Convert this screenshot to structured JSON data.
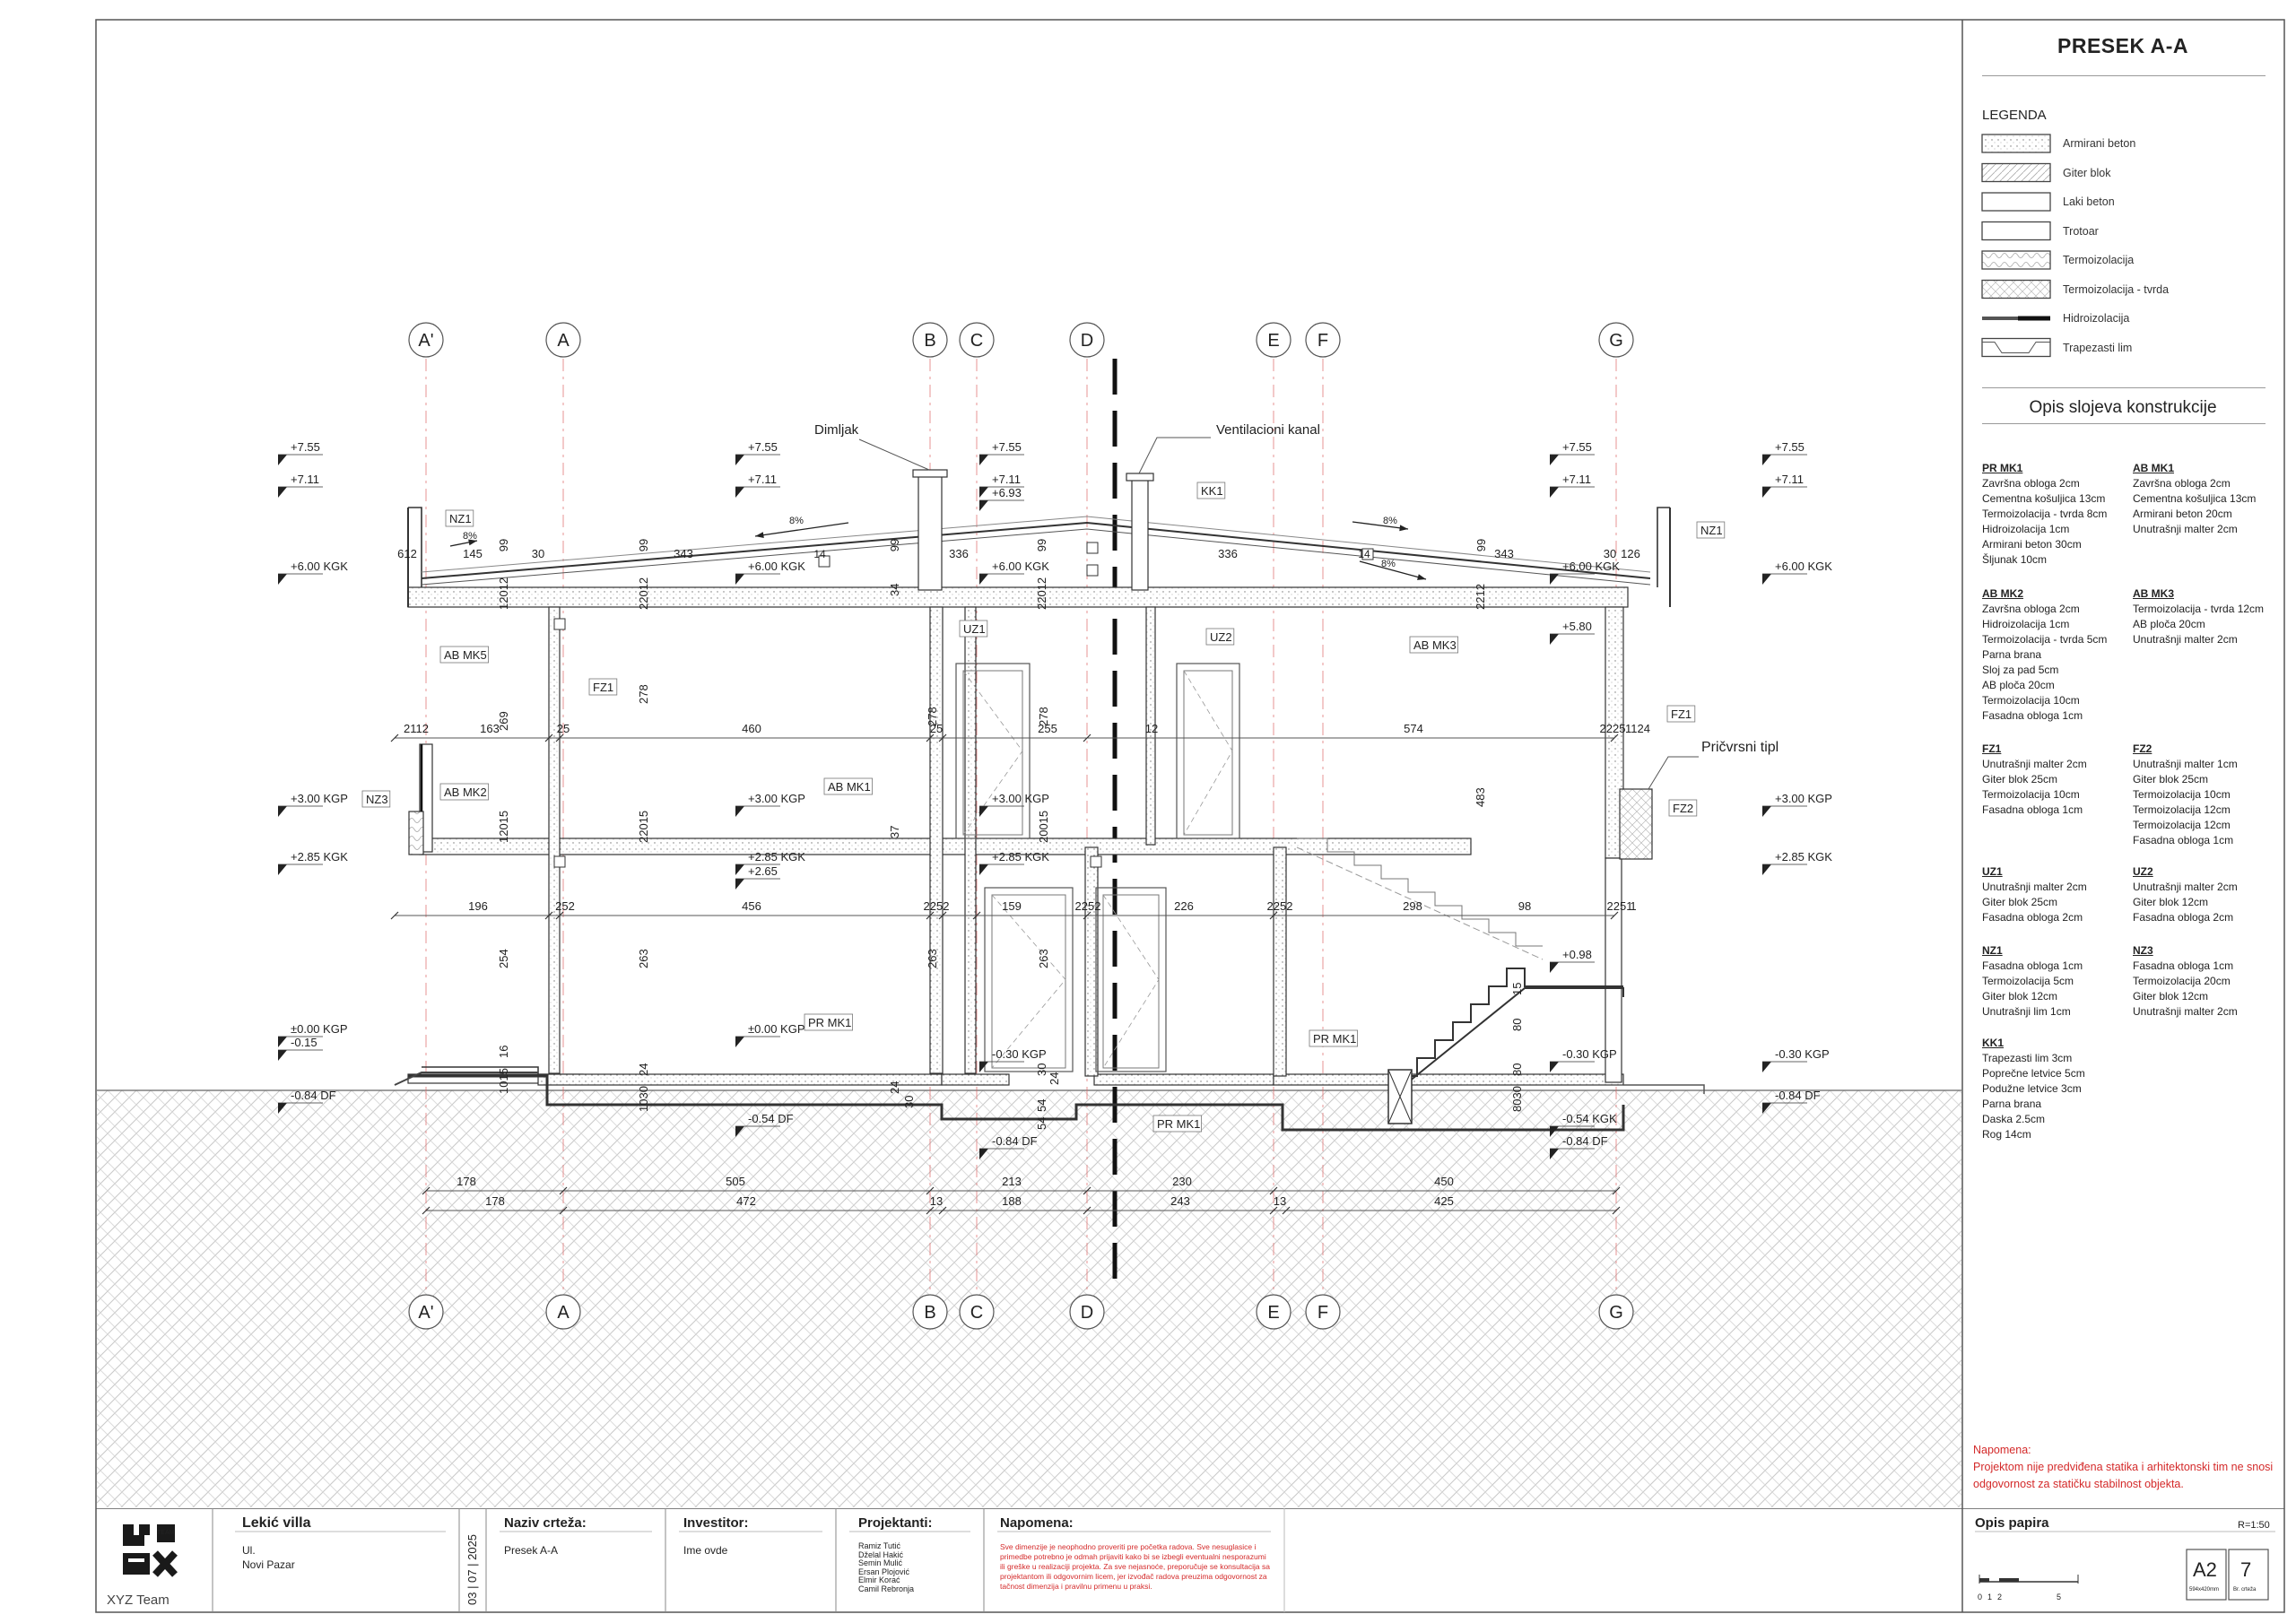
{
  "sheet": {
    "title": "PRESEK A-A"
  },
  "legend": {
    "title": "LEGENDA",
    "items": [
      {
        "label": "Armirani beton",
        "pattern": "concrete"
      },
      {
        "label": "Giter blok",
        "pattern": "block"
      },
      {
        "label": "Laki beton",
        "pattern": "plain"
      },
      {
        "label": "Trotoar",
        "pattern": "plain"
      },
      {
        "label": "Termoizolacija",
        "pattern": "insulation"
      },
      {
        "label": "Termoizolacija - tvrda",
        "pattern": "insulation-hard"
      },
      {
        "label": "Hidroizolacija",
        "pattern": "waterproof"
      },
      {
        "label": "Trapezasti lim",
        "pattern": "trapezoid"
      }
    ]
  },
  "layers": {
    "title": "Opis slojeva konstrukcije",
    "groups": [
      {
        "id": "PR MK1",
        "lines": [
          "Završna obloga 2cm",
          "Cementna košuljica 13cm",
          "Termoizolacija - tvrda 8cm",
          "Hidroizolacija 1cm",
          "Armirani beton 30cm",
          "Šljunak 10cm"
        ]
      },
      {
        "id": "AB MK1",
        "lines": [
          "Završna obloga 2cm",
          "Cementna košuljica 13cm",
          "Armirani beton 20cm",
          "Unutrašnji malter 2cm"
        ]
      },
      {
        "id": "AB MK2",
        "lines": [
          "Završna obloga 2cm",
          "Hidroizolacija 1cm",
          "Termoizolacija - tvrda 5cm",
          "Parna brana",
          "Sloj za pad 5cm",
          "AB ploča 20cm",
          "Termoizolacija 10cm",
          "Fasadna obloga 1cm"
        ]
      },
      {
        "id": "AB MK3",
        "lines": [
          "Termoizolacija - tvrda 12cm",
          "AB ploča 20cm",
          "Unutrašnji malter 2cm"
        ]
      },
      {
        "id": "FZ1",
        "lines": [
          "Unutrašnji malter 2cm",
          "Giter blok 25cm",
          "Termoizolacija 10cm",
          "Fasadna obloga 1cm"
        ]
      },
      {
        "id": "FZ2",
        "lines": [
          "Unutrašnji malter 1cm",
          "Giter blok 25cm",
          "Termoizolacija 10cm",
          "Termoizolacija 12cm",
          "Termoizolacija 12cm",
          "Fasadna obloga 1cm"
        ]
      },
      {
        "id": "UZ1",
        "lines": [
          "Unutrašnji malter 2cm",
          "Giter blok 25cm",
          "Fasadna obloga 2cm"
        ]
      },
      {
        "id": "UZ2",
        "lines": [
          "Unutrašnji malter 2cm",
          "Giter blok 12cm",
          "Fasadna obloga 2cm"
        ]
      },
      {
        "id": "NZ1",
        "lines": [
          "Fasadna obloga 1cm",
          "Termoizolacija 5cm",
          "Giter blok 12cm",
          "Unutrašnji lim 1cm"
        ]
      },
      {
        "id": "NZ3",
        "lines": [
          "Fasadna obloga 1cm",
          "Termoizolacija 20cm",
          "Giter blok 12cm",
          "Unutrašnji malter 2cm"
        ]
      },
      {
        "id": "KK1",
        "lines": [
          "Trapezasti lim 3cm",
          "Poprečne letvice 5cm",
          "Podužne letvice 3cm",
          "Parna brana",
          "Daska 2.5cm",
          "Rog 14cm"
        ]
      }
    ]
  },
  "note": {
    "title": "Napomena:",
    "text": "Projektom nije predviđena statika i arhitektonski tim ne snosi odgovornost za statičku stabilnost objekta."
  },
  "title_block": {
    "logo_text": "XYZ Team",
    "logo_badge": "TEAM",
    "project_name": "Lekić villa",
    "address_line1": "Ul.",
    "address_line2": "Novi Pazar",
    "date": "03 | 07 | 2025",
    "drawing_name_label": "Naziv crteža:",
    "drawing_name": "Presek A-A",
    "investor_label": "Investitor:",
    "investor": "Ime ovde",
    "designers_label": "Projektanti:",
    "designers": [
      "Ramiz Tutić",
      "Dželal Hakić",
      "Semin Mulić",
      "Ersan Plojović",
      "Elmir Korać",
      "Camil Rebronja"
    ],
    "remarks_label": "Napomena:",
    "remarks": [
      "Sve dimenzije je neophodno proveriti pre početka radova. Sve nesuglasice i",
      "primedbe potrebno je odmah prijaviti kako bi se izbegli eventualni nesporazumi",
      "ili greške u realizaciji projekta. Za sve nejasnoće, preporučuje se konsultacija sa",
      "projektantom ili odgovornim licem, jer izvođač radova preuzima odgovornost za",
      "tačnost dimenzija i pravilnu primenu u praksi."
    ],
    "paper_label": "Opis papira",
    "scale": "R=1:50",
    "paper_format": "A2",
    "paper_size": "594x420mm",
    "sheet_number": "7",
    "sheet_number_label": "Br. crteža",
    "scale_bar_ticks": [
      "0",
      "1",
      "2",
      "5"
    ]
  },
  "drawing": {
    "grid_axes": [
      "A'",
      "A",
      "B",
      "C",
      "D",
      "E",
      "F",
      "G"
    ],
    "levels_left": [
      "+7.55",
      "+7.11",
      "+6.00 KGK",
      "+3.00 KGP",
      "+2.85 KGK",
      "±0.00 KGP",
      "-0.15",
      "-0.84 DF"
    ],
    "levels_center": [
      "+7.55",
      "+7.11",
      "+6.00 KGK",
      "+3.00 KGP",
      "+2.85 KGK",
      "+2.65",
      "±0.00 KGP",
      "-0.54 DF"
    ],
    "levels_mid": [
      "+7.55",
      "+7.11",
      "+6.93",
      "+6.00 KGK",
      "+3.00 KGP",
      "+2.85 KGK",
      "-0.30 KGP",
      "-0.84 DF"
    ],
    "levels_right_inner": [
      "+7.55",
      "+7.11",
      "+6.00 KGK",
      "+5.80",
      "+0.98",
      "-0.30 KGP",
      "-0.54 KGK",
      "-0.84 DF"
    ],
    "levels_right": [
      "+7.55",
      "+7.11",
      "+6.00 KGK",
      "+3.00 KGP",
      "+2.85 KGK",
      "-0.30 KGP",
      "-0.84 DF"
    ],
    "labels": {
      "dimljak": "Dimljak",
      "ventilacioni": "Ventilacioni kanal",
      "kk1": "KK1",
      "nz1_left": "NZ1",
      "nz1_right": "NZ1",
      "nz3": "NZ3",
      "ab_mk5": "AB MK5",
      "ab_mk2": "AB MK2",
      "ab_mk1": "AB MK1",
      "ab_mk3": "AB MK3",
      "fz1_left": "FZ1",
      "fz1_right": "FZ1",
      "fz2": "FZ2",
      "uz1": "UZ1",
      "uz2": "UZ2",
      "pr_mk1_a": "PR MK1",
      "pr_mk1_b": "PR MK1",
      "pr_mk1_c": "PR MK1",
      "pricvrsni": "Pričvrsni tipl",
      "slope1": "8%",
      "slope2": "8%",
      "slope3": "8%"
    },
    "dims_roof": [
      "612",
      "145",
      "30",
      "343",
      "336",
      "336",
      "343",
      "30",
      "126",
      "99",
      "99",
      "99",
      "99",
      "99",
      "14",
      "14"
    ],
    "dims_upper": [
      "2112",
      "163",
      "25",
      "460",
      "25",
      "255",
      "12",
      "574",
      "2225",
      "1124"
    ],
    "dims_lower": [
      "196",
      "252",
      "456",
      "2252",
      "159",
      "2252",
      "226",
      "2252",
      "298",
      "98",
      "2251",
      "1"
    ],
    "dims_vertical": [
      "12012",
      "22012",
      "22012",
      "2212",
      "269",
      "278",
      "278",
      "278",
      "483",
      "12015",
      "22015",
      "20015",
      "254",
      "263",
      "263",
      "263",
      "34",
      "37",
      "15",
      "80",
      "30",
      "54",
      "80",
      "1015",
      "1030",
      "24",
      "54",
      "8030",
      "24",
      "30",
      "24",
      "16"
    ],
    "dims_bottom_outer": [
      "178",
      "505",
      "213",
      "230",
      "450"
    ],
    "dims_bottom_inner": [
      "178",
      "472",
      "13",
      "188",
      "243",
      "13",
      "425"
    ]
  }
}
